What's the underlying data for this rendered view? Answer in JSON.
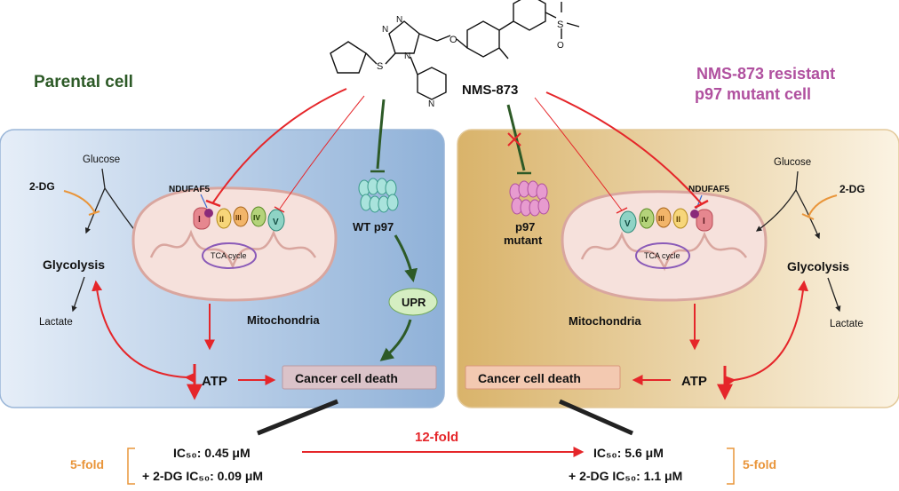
{
  "compound": {
    "name": "NMS-873",
    "atom_n": "N",
    "atom_s": "S",
    "atom_o": "O"
  },
  "parental": {
    "title": "Parental cell",
    "glucose": "Glucose",
    "two_dg": "2-DG",
    "glycolysis": "Glycolysis",
    "lactate": "Lactate",
    "ndufaf5": "NDUFAF5",
    "tca": "TCA cycle",
    "mito": "Mitochondria",
    "wt_p97": "WT p97",
    "upr": "UPR",
    "atp": "ATP",
    "death": "Cancer cell death",
    "ic50": "IC₅₀: 0.45 μM",
    "ic50_2dg": "+ 2-DG  IC₅₀: 0.09 μM",
    "fold": "5-fold"
  },
  "resistant": {
    "title_line1": "NMS-873 resistant",
    "title_line2": "p97 mutant cell",
    "glucose": "Glucose",
    "two_dg": "2-DG",
    "glycolysis": "Glycolysis",
    "lactate": "Lactate",
    "ndufaf5": "NDUFAF5",
    "tca": "TCA cycle",
    "mito": "Mitochondria",
    "p97_line1": "p97",
    "p97_line2": "mutant",
    "atp": "ATP",
    "death": "Cancer cell death",
    "ic50": "IC₅₀: 5.6 μM",
    "ic50_2dg": "+ 2-DG  IC₅₀: 1.1 μM",
    "fold": "5-fold"
  },
  "complexes": [
    "I",
    "II",
    "III",
    "IV",
    "V"
  ],
  "fold_change": "12-fold",
  "colors": {
    "green": "#2d5a27",
    "purple": "#b0509f",
    "red": "#e5262a",
    "orange": "#e9953a"
  }
}
